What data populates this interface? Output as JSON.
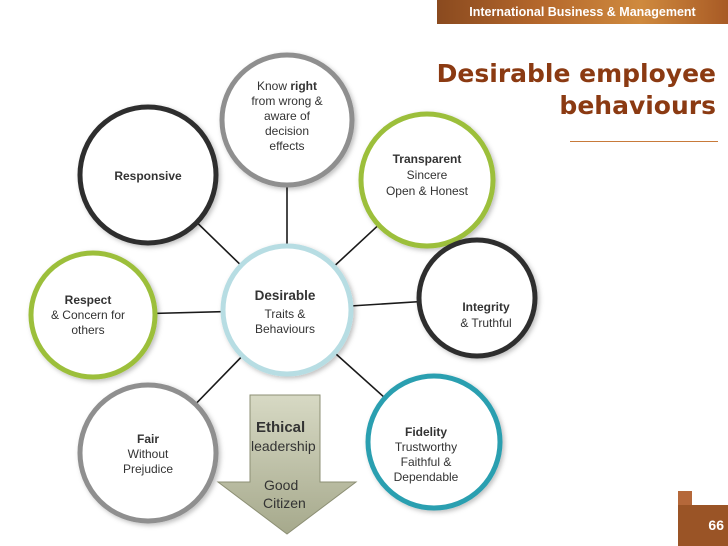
{
  "header": {
    "banner_text": "International Business & Management"
  },
  "slide": {
    "title_line1": "Desirable employee",
    "title_line2": "behaviours",
    "page_number": "66"
  },
  "diagram": {
    "center": {
      "title": "Desirable",
      "line2": "Traits &",
      "line3": "Behaviours"
    },
    "nodes": {
      "know_right": {
        "l1_a": "Know ",
        "l1_b": "right",
        "l2": "from wrong &",
        "l3": "aware of",
        "l4": "decision",
        "l5": "effects"
      },
      "transparent": {
        "title": "Transparent",
        "l2": "Sincere",
        "l3": "Open & Honest"
      },
      "integrity": {
        "title": "Integrity",
        "l2": "& Truthful"
      },
      "fidelity": {
        "title": "Fidelity",
        "l2": "Trustworthy",
        "l3": "Faithful &",
        "l4": "Dependable"
      },
      "fair": {
        "title": "Fair",
        "l2": "Without",
        "l3": "Prejudice"
      },
      "respect": {
        "title": "Respect",
        "l2": "& Concern for",
        "l3": "others"
      },
      "responsive": {
        "title": "Responsive"
      }
    },
    "arrow": {
      "l1": "Ethical",
      "l2": "leadership",
      "l3": "Good",
      "l4": "Citizen"
    },
    "colors": {
      "dark_ring": "#3a3a3a",
      "gray_ring": "#8f8f8f",
      "green_ring": "#9cbf3a",
      "teal_ring": "#2a9fb0",
      "arrow_fill": "#b9bca0"
    }
  }
}
